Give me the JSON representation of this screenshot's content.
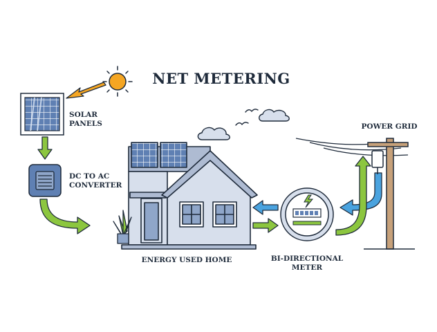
{
  "title": "NET METERING",
  "labels": {
    "solar_panels": [
      "SOLAR",
      "PANELS"
    ],
    "converter": [
      "DC TO AC",
      "CONVERTER"
    ],
    "power_grid": "POWER GRID",
    "home": "ENERGY USED HOME",
    "meter": [
      "BI-DIRECTIONAL",
      "METER"
    ]
  },
  "colors": {
    "outline": "#1e2a3a",
    "house_wall": "#d7dfec",
    "house_roof": "#aebbd2",
    "solar_panel": "#5f80b3",
    "arrow_green": "#8cc63f",
    "arrow_blue": "#4aa3df",
    "sun": "#f5a623",
    "pole": "#c7a17a"
  },
  "icons": [
    "sun-icon",
    "solar-panel-icon",
    "converter-icon",
    "house-icon",
    "potted-plant-icon",
    "bi-directional-meter-icon",
    "utility-pole-icon",
    "cloud-icon",
    "bird-icon"
  ]
}
